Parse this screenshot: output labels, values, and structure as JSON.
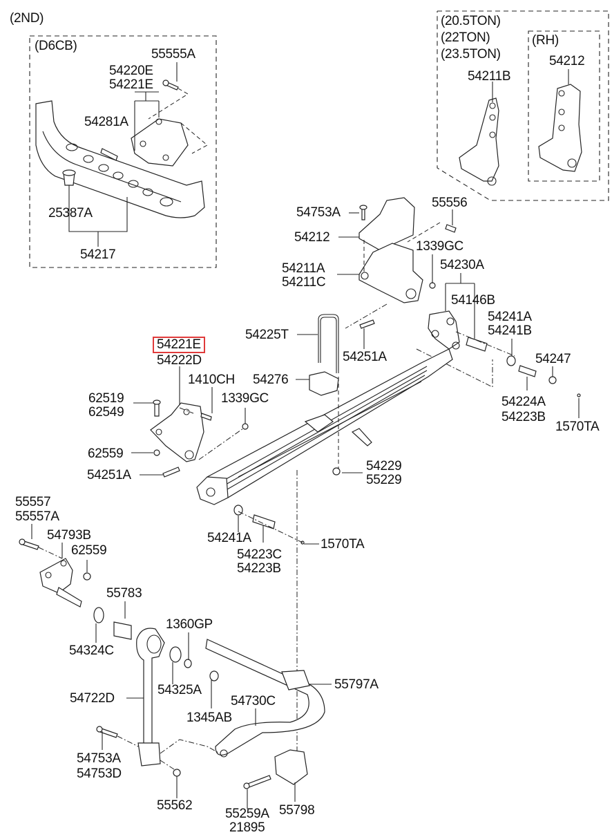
{
  "diagram": {
    "title": "Rear Leaf Spring & Stabilizer Assembly (Exploded Parts View)",
    "highlight_color": "#e03a3a",
    "variants": {
      "d6cb_group": {
        "header": "(2ND)",
        "box_label": "(D6CB)"
      },
      "ton_group": {
        "lines": [
          "(20.5TON)",
          "(22TON)",
          "(23.5TON)"
        ],
        "rh_label": "(RH)"
      }
    },
    "callouts": [
      {
        "id": "c01",
        "label": "55555A"
      },
      {
        "id": "c02",
        "label": "54220E"
      },
      {
        "id": "c03",
        "label": "54221E"
      },
      {
        "id": "c04",
        "label": "54281A"
      },
      {
        "id": "c05",
        "label": "25387A"
      },
      {
        "id": "c06",
        "label": "54217"
      },
      {
        "id": "c07",
        "label": "54211B"
      },
      {
        "id": "c08",
        "label": "54212"
      },
      {
        "id": "c09",
        "label": "54753A"
      },
      {
        "id": "c10",
        "label": "55556"
      },
      {
        "id": "c11",
        "label": "54212"
      },
      {
        "id": "c12",
        "label": "1339GC"
      },
      {
        "id": "c13",
        "label": "54211A"
      },
      {
        "id": "c14",
        "label": "54211C"
      },
      {
        "id": "c15",
        "label": "54230A"
      },
      {
        "id": "c16",
        "label": "54146B"
      },
      {
        "id": "c17",
        "label": "54241A"
      },
      {
        "id": "c18",
        "label": "54241B"
      },
      {
        "id": "c19",
        "label": "54225T"
      },
      {
        "id": "c20",
        "label": "54251A"
      },
      {
        "id": "c21",
        "label": "54247"
      },
      {
        "id": "c22",
        "label": "54221E",
        "highlighted": true
      },
      {
        "id": "c23",
        "label": "54222D"
      },
      {
        "id": "c24",
        "label": "54276"
      },
      {
        "id": "c25",
        "label": "1410CH"
      },
      {
        "id": "c26",
        "label": "1339GC"
      },
      {
        "id": "c27",
        "label": "62519"
      },
      {
        "id": "c28",
        "label": "62549"
      },
      {
        "id": "c29",
        "label": "54224A"
      },
      {
        "id": "c30",
        "label": "54223B"
      },
      {
        "id": "c31",
        "label": "1570TA"
      },
      {
        "id": "c32",
        "label": "62559"
      },
      {
        "id": "c33",
        "label": "54229"
      },
      {
        "id": "c34",
        "label": "55229"
      },
      {
        "id": "c35",
        "label": "54251A"
      },
      {
        "id": "c36",
        "label": "55557"
      },
      {
        "id": "c37",
        "label": "55557A"
      },
      {
        "id": "c38",
        "label": "54793B"
      },
      {
        "id": "c39",
        "label": "62559"
      },
      {
        "id": "c40",
        "label": "54241A"
      },
      {
        "id": "c41",
        "label": "54223C"
      },
      {
        "id": "c42",
        "label": "54223B"
      },
      {
        "id": "c43",
        "label": "1570TA"
      },
      {
        "id": "c44",
        "label": "55783"
      },
      {
        "id": "c45",
        "label": "54324C"
      },
      {
        "id": "c46",
        "label": "1360GP"
      },
      {
        "id": "c47",
        "label": "55797A"
      },
      {
        "id": "c48",
        "label": "54325A"
      },
      {
        "id": "c49",
        "label": "54722D"
      },
      {
        "id": "c50",
        "label": "54730C"
      },
      {
        "id": "c51",
        "label": "1345AB"
      },
      {
        "id": "c52",
        "label": "54753A"
      },
      {
        "id": "c53",
        "label": "54753D"
      },
      {
        "id": "c54",
        "label": "55562"
      },
      {
        "id": "c55",
        "label": "55259A"
      },
      {
        "id": "c56",
        "label": "21895"
      },
      {
        "id": "c57",
        "label": "55798"
      }
    ]
  }
}
